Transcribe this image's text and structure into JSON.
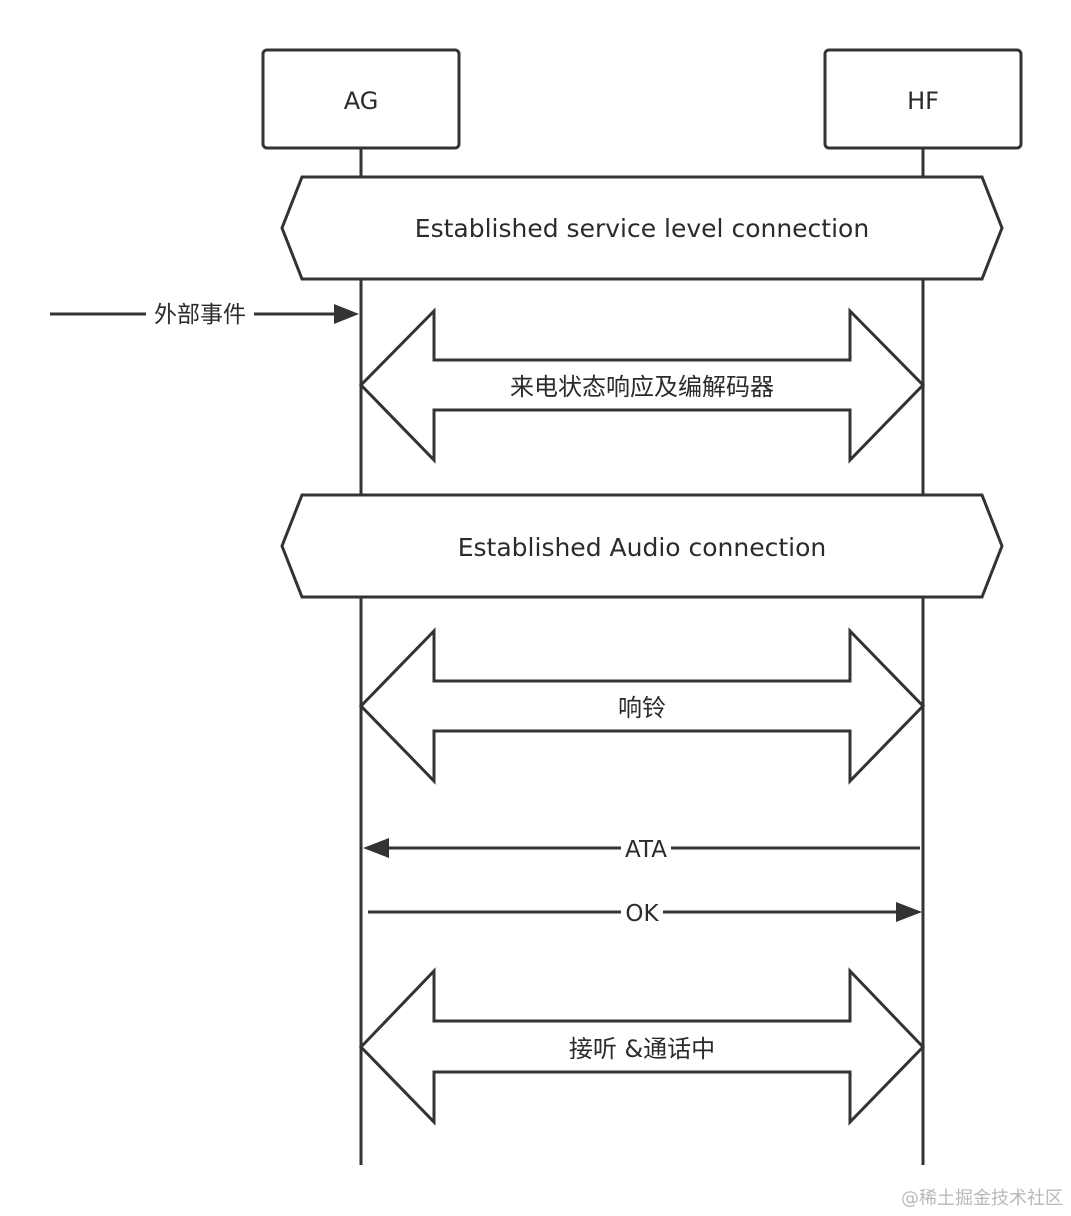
{
  "participants": {
    "left": "AG",
    "right": "HF"
  },
  "phases": {
    "slc": "Established service level connection",
    "audio": "Established Audio connection"
  },
  "external_event": "外部事件",
  "exchanges": {
    "codec": "来电状态响应及编解码器",
    "ring": "响铃",
    "answer": "接听 &通话中"
  },
  "messages": {
    "ata": "ATA",
    "ok": "OK"
  },
  "watermark": "@稀土掘金技术社区"
}
